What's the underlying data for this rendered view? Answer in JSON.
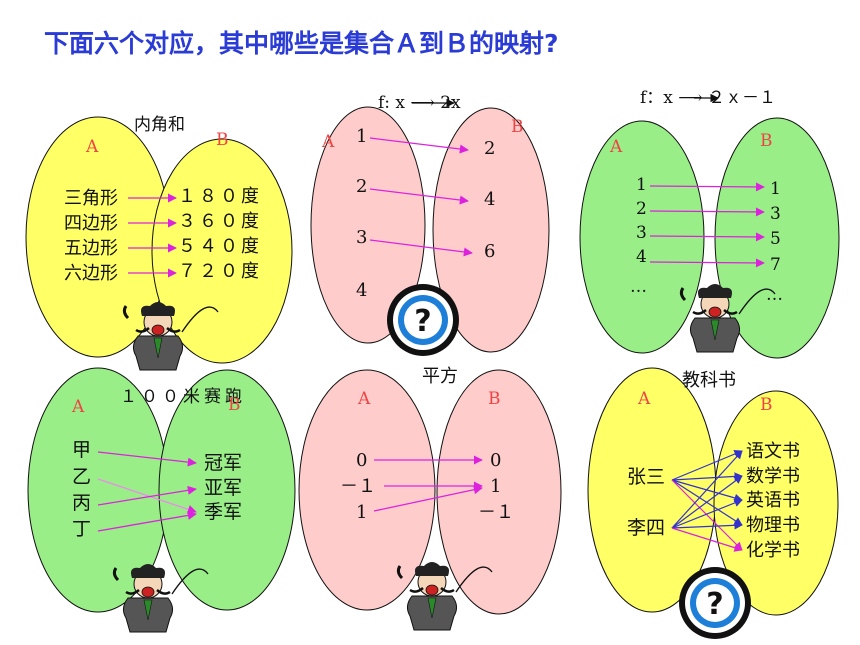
{
  "title": "下面六个对应，其中哪些是集合Ａ到Ｂ的映射?",
  "colors": {
    "title": "#2a3bd6",
    "set_label": "#ee4444",
    "arrow": "#dd22dd",
    "arrow_blue": "#3333cc",
    "yellow": "#ffff66",
    "green": "#99ee88",
    "pink": "#ffcccc",
    "question_blue": "#1e7fd8"
  },
  "panels": [
    {
      "rule": "内角和",
      "label_a": "A",
      "label_b": "B",
      "a_items": [
        "三角形",
        "四边形",
        "五边形",
        "六边形"
      ],
      "b_items": [
        "１８０度",
        "３６０度",
        "５４０度",
        "７２０度"
      ],
      "arrows": [
        [
          0,
          0
        ],
        [
          1,
          1
        ],
        [
          2,
          2
        ],
        [
          3,
          3
        ]
      ]
    },
    {
      "rule": "f:  x ⟶  2x",
      "label_a": "A",
      "label_b": "B",
      "a_items": [
        "1",
        "2",
        "3",
        "4"
      ],
      "b_items": [
        "2",
        "4",
        "6"
      ],
      "arrows": [
        [
          0,
          0
        ],
        [
          1,
          1
        ],
        [
          2,
          2
        ]
      ]
    },
    {
      "rule": "f：x ⟶ ２ｘ－１",
      "label_a": "A",
      "label_b": "B",
      "a_items": [
        "1",
        "2",
        "3",
        "4",
        "…"
      ],
      "b_items": [
        "1",
        "3",
        "5",
        "7",
        "…"
      ],
      "arrows": [
        [
          0,
          0
        ],
        [
          1,
          1
        ],
        [
          2,
          2
        ],
        [
          3,
          3
        ]
      ]
    },
    {
      "rule": "１００米赛跑",
      "label_a": "A",
      "label_b": "B",
      "a_items": [
        "甲",
        "乙",
        "丙",
        "丁"
      ],
      "b_items": [
        "冠军",
        "亚军",
        "季军"
      ],
      "arrows": [
        [
          0,
          0
        ],
        [
          1,
          2
        ],
        [
          2,
          1
        ],
        [
          3,
          2
        ]
      ]
    },
    {
      "rule": "平方",
      "label_a": "A",
      "label_b": "B",
      "a_items": [
        "0",
        "－１",
        "1"
      ],
      "b_items": [
        "0",
        "1",
        "－１"
      ],
      "arrows": [
        [
          0,
          0
        ],
        [
          1,
          1
        ],
        [
          2,
          1
        ]
      ]
    },
    {
      "rule": "教科书",
      "label_a": "A",
      "label_b": "B",
      "a_items": [
        "张三",
        "李四"
      ],
      "b_items": [
        "语文书",
        "数学书",
        "英语书",
        "物理书",
        "化学书"
      ],
      "arrows": [
        [
          0,
          0
        ],
        [
          0,
          1
        ],
        [
          0,
          2
        ],
        [
          0,
          3
        ],
        [
          0,
          4
        ],
        [
          1,
          0
        ],
        [
          1,
          1
        ],
        [
          1,
          2
        ],
        [
          1,
          3
        ],
        [
          1,
          4
        ]
      ]
    }
  ]
}
